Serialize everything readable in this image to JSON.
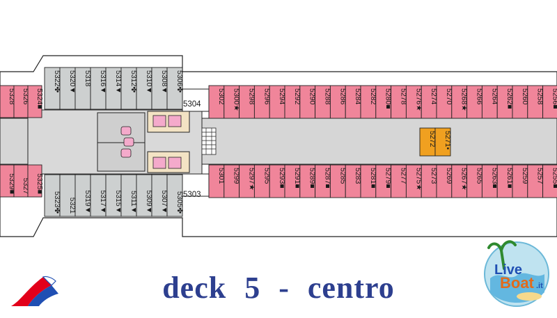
{
  "title": {
    "deck": "deck",
    "number": "5",
    "dash": "-",
    "section": "centro"
  },
  "brand": {
    "site_live": "Live",
    "site_boat": "Boat",
    "site_tld": ".it"
  },
  "colors": {
    "balcony_cabin": "#f0859a",
    "interior_cabin": "#cdd0d0",
    "highlight_cabin": "#f0a020",
    "corridor": "#d6d6d6",
    "outline": "#222222",
    "title": "#2d3f8f",
    "brand_red": "#e2001a",
    "brand_blue": "#1f4fb3"
  },
  "rooms": {
    "top_service": "5304",
    "bottom_service": "5303"
  },
  "cabins": {
    "fwd_top_left": [
      "5328",
      "5326",
      "5324■"
    ],
    "fwd_top_block": [
      "5322✤",
      "5320▼",
      "5318",
      "5316▼",
      "5314▼",
      "5312✤",
      "5310▼",
      "5308▼",
      "5306✤"
    ],
    "mid_top": [
      "5302",
      "5300★",
      "5298",
      "5296",
      "5294",
      "5292",
      "5290",
      "5288",
      "5286",
      "5284",
      "5282",
      "5280■",
      "5278",
      "5276★",
      "5274",
      "5270",
      "5268★",
      "5266",
      "5264",
      "5262■",
      "5260",
      "5258",
      "5256■"
    ],
    "fwd_bot_left": [
      "5329■",
      "5327",
      "5325■"
    ],
    "fwd_bot_block": [
      "5323✤",
      "5321",
      "5319▼",
      "5317▼",
      "5315▼",
      "5311▼",
      "5309▼",
      "5307▼",
      "5305✤"
    ],
    "mid_bot": [
      "5301",
      "5299",
      "5297★",
      "5295",
      "5293■",
      "5291■",
      "5289■",
      "5287■",
      "5285",
      "5283",
      "5281■",
      "5279■",
      "5277",
      "5275★",
      "5273",
      "5269",
      "5267★",
      "5265",
      "5263■",
      "5261■",
      "5259",
      "5257",
      "5255■"
    ],
    "center_highlight": [
      "5272",
      "5271•"
    ]
  }
}
